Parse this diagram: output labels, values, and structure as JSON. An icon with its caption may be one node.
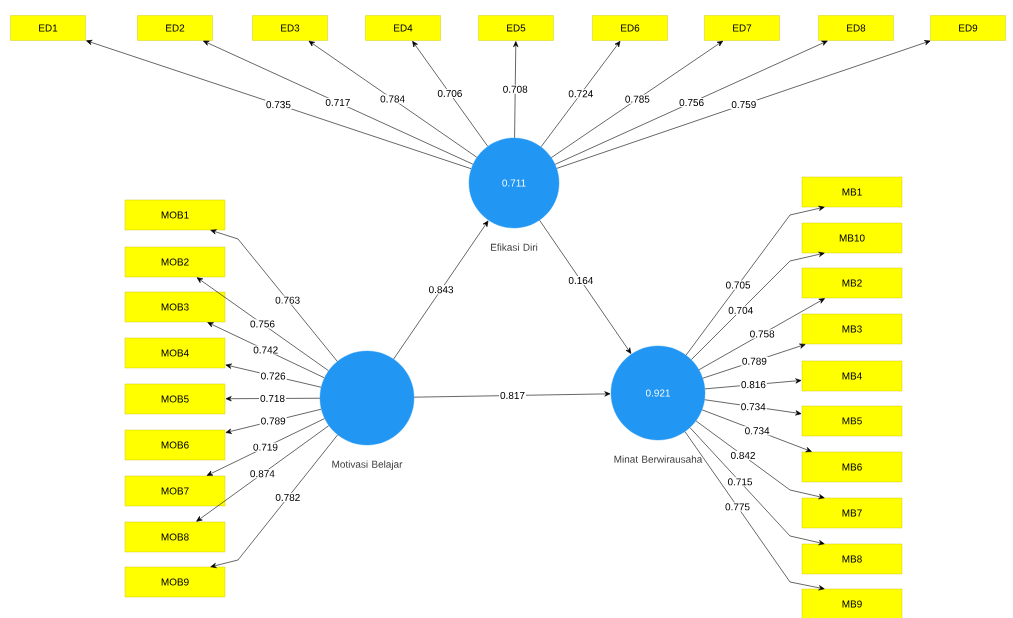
{
  "diagram": {
    "nodes": [
      {
        "text": [
          "ED1"
        ]
      },
      {
        "text": [
          "ED2"
        ]
      },
      {
        "text": [
          "ED3"
        ]
      },
      {
        "text": [
          "ED4"
        ]
      },
      {
        "text": [
          "ED5"
        ]
      },
      {
        "text": [
          "ED6"
        ]
      },
      {
        "text": [
          "ED7"
        ]
      },
      {
        "text": [
          "ED8"
        ]
      },
      {
        "text": [
          "ED9"
        ]
      },
      {
        "text": [
          "0.711"
        ],
        "beside": [
          "Efikasi Diri"
        ]
      },
      {
        "text": [
          "MOB1"
        ]
      },
      {
        "text": [
          "MOB2"
        ]
      },
      {
        "text": [
          "MOB3"
        ]
      },
      {
        "text": [
          "MOB4"
        ]
      },
      {
        "text": [
          "MOB5"
        ]
      },
      {
        "text": [
          "MOB6"
        ]
      },
      {
        "text": [
          "MOB7"
        ]
      },
      {
        "text": [
          "MOB8"
        ]
      },
      {
        "text": [
          "MOB9"
        ]
      },
      {
        "text": [],
        "shape": "circle",
        "beside": [
          "Motivasi Belajar"
        ]
      },
      {
        "text": [
          "0.921"
        ],
        "beside": [
          "Minat Berwirausaha"
        ]
      },
      {
        "text": [
          "MB1"
        ]
      },
      {
        "text": [
          "MB10"
        ]
      },
      {
        "text": [
          "MB2"
        ]
      },
      {
        "text": [
          "MB3"
        ]
      },
      {
        "text": [
          "MB4"
        ]
      },
      {
        "text": [
          "MB5"
        ]
      },
      {
        "text": [
          "MB6"
        ]
      },
      {
        "text": [
          "MB7"
        ]
      },
      {
        "text": [
          "MB8"
        ]
      },
      {
        "text": [
          "MB9"
        ]
      }
    ],
    "edges": [
      {
        "from": 9,
        "to": 0,
        "arrow": "to",
        "label": "0.735"
      },
      {
        "from": 9,
        "to": 1,
        "arrow": "to",
        "label": "0.717"
      },
      {
        "from": 9,
        "to": 2,
        "arrow": "to",
        "label": "0.784"
      },
      {
        "from": 9,
        "to": 3,
        "arrow": "to",
        "label": "0.706"
      },
      {
        "from": 9,
        "to": 4,
        "arrow": "to",
        "label": "0.708"
      },
      {
        "from": 9,
        "to": 5,
        "arrow": "to",
        "label": "0.724"
      },
      {
        "from": 9,
        "to": 6,
        "arrow": "to",
        "label": "0.785"
      },
      {
        "from": 9,
        "to": 7,
        "arrow": "to",
        "label": "0.756"
      },
      {
        "from": 9,
        "to": 8,
        "arrow": "to",
        "label": "0.759"
      },
      {
        "from": 19,
        "to": 10,
        "arrow": "to",
        "label": "0.763"
      },
      {
        "from": 19,
        "to": 11,
        "arrow": "to",
        "label": "0.756"
      },
      {
        "from": 19,
        "to": 12,
        "arrow": "to",
        "label": "0.742"
      },
      {
        "from": 19,
        "to": 13,
        "arrow": "to",
        "label": "0.726"
      },
      {
        "from": 19,
        "to": 14,
        "arrow": "to",
        "label": "0.718"
      },
      {
        "from": 19,
        "to": 15,
        "arrow": "to",
        "label": "0.789"
      },
      {
        "from": 19,
        "to": 16,
        "arrow": "to",
        "label": "0.719"
      },
      {
        "from": 19,
        "to": 17,
        "arrow": "to",
        "label": "0.874"
      },
      {
        "from": 19,
        "to": 18,
        "arrow": "to",
        "label": "0.782"
      },
      {
        "from": 20,
        "to": 21,
        "arrow": "to",
        "label": "0.705"
      },
      {
        "from": 20,
        "to": 22,
        "arrow": "to",
        "label": "0.704"
      },
      {
        "from": 20,
        "to": 23,
        "arrow": "to",
        "label": "0.758"
      },
      {
        "from": 20,
        "to": 24,
        "arrow": "to",
        "label": "0.789"
      },
      {
        "from": 20,
        "to": 25,
        "arrow": "to",
        "label": "0.816"
      },
      {
        "from": 20,
        "to": 26,
        "arrow": "to",
        "label": "0.734"
      },
      {
        "from": 20,
        "to": 27,
        "arrow": "to",
        "label": "0.734"
      },
      {
        "from": 20,
        "to": 28,
        "arrow": "to",
        "label": "0.842"
      },
      {
        "from": 20,
        "to": 29,
        "arrow": "to",
        "label": "0.715"
      },
      {
        "from": 20,
        "to": 30,
        "arrow": "to",
        "label": "0.775"
      },
      {
        "from": 19,
        "to": 9,
        "arrow": "to",
        "label": "0.843"
      },
      {
        "from": 9,
        "to": 20,
        "arrow": "to",
        "label": "0.164"
      },
      {
        "from": 19,
        "to": 20,
        "arrow": "to",
        "label": "0.817"
      }
    ]
  }
}
